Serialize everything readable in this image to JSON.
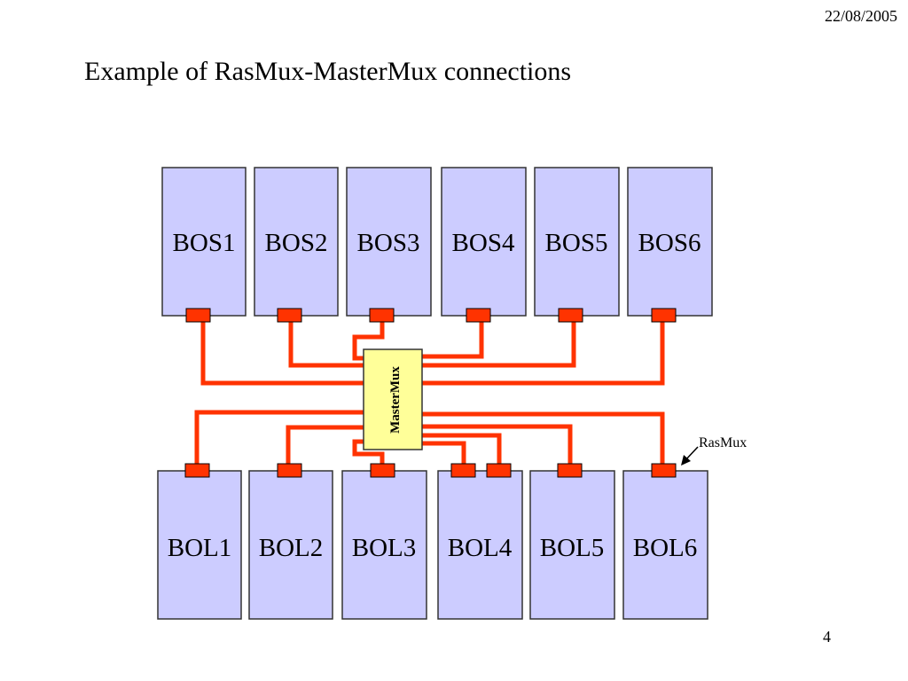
{
  "header": {
    "date": "22/08/2005"
  },
  "slide": {
    "title": "Example of RasMux-MasterMux connections",
    "page_number": "4"
  },
  "diagram": {
    "colors": {
      "chamber_fill": "#ccccff",
      "chamber_stroke": "#333333",
      "mux_fill": "#ff3300",
      "cable": "#ff3300",
      "mastermux_fill": "#ffff99"
    },
    "top_chambers": [
      {
        "id": "bos1",
        "label": "BOS1"
      },
      {
        "id": "bos2",
        "label": "BOS2"
      },
      {
        "id": "bos3",
        "label": "BOS3"
      },
      {
        "id": "bos4",
        "label": "BOS4"
      },
      {
        "id": "bos5",
        "label": "BOS5"
      },
      {
        "id": "bos6",
        "label": "BOS6"
      }
    ],
    "bottom_chambers": [
      {
        "id": "bol1",
        "label": "BOL1"
      },
      {
        "id": "bol2",
        "label": "BOL2"
      },
      {
        "id": "bol3",
        "label": "BOL3"
      },
      {
        "id": "bol4",
        "label": "BOL4"
      },
      {
        "id": "bol5",
        "label": "BOL5"
      },
      {
        "id": "bol6",
        "label": "BOL6"
      }
    ],
    "mastermux_label": "MasterMux",
    "rasmux_label": "RasMux"
  }
}
